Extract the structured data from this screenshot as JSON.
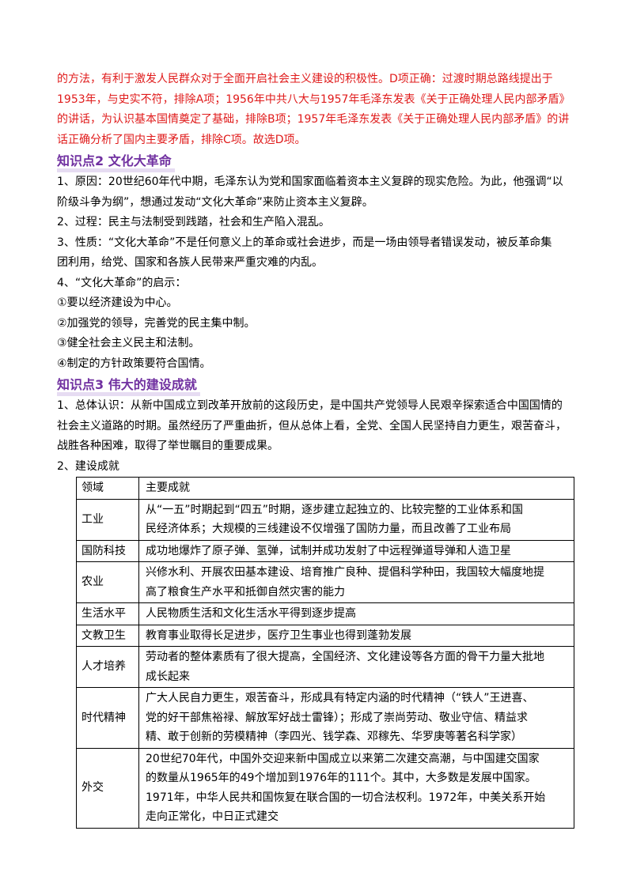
{
  "answer_lines": [
    "的方法，有利于激发人民群众对于全面开启社会主义建设的积极性。D项正确：过渡时期总路线提出于",
    "1953年，与史实不符，排除A项；1956年中共八大与1957年毛泽东发表《关于正确处理人民内部矛盾》",
    "的讲话，为认识基本国情奠定了基础，排除B项；1957年毛泽东发表《关于正确处理人民内部矛盾》的讲",
    "话正确分析了国内主要矛盾，排除C项。故选D项。"
  ],
  "section2": {
    "heading": "知识点2  文化大革命",
    "lines": [
      "1、原因：20世纪60年代中期，毛泽东认为党和国家面临着资本主义复辟的现实危险。为此，他强调“以",
      "阶级斗争为纲”，想通过发动“文化大革命”来防止资本主义复辟。",
      "2、过程：民主与法制受到践踏，社会和生产陷入混乱。",
      "3、性质：“文化大革命”不是任何意义上的革命或社会进步，而是一场由领导者错误发动，被反革命集",
      "团利用，给党、国家和各族人民带来严重灾难的内乱。",
      "4、“文化大革命”的启示：",
      "①要以经济建设为中心。",
      "②加强党的领导，完善党的民主集中制。",
      "③健全社会主义民主和法制。",
      "④制定的方针政策要符合国情。"
    ]
  },
  "section3": {
    "heading": "知识点3  伟大的建设成就",
    "lines": [
      "1、总体认识：从新中国成立到改革开放前的这段历史，是中国共产党领导人民艰辛探索适合中国国情的",
      "社会主义道路的时期。虽然经历了严重曲折，但从总体上看，全党、全国人民坚持自力更生，艰苦奋斗，",
      "战胜各种困难，取得了举世瞩目的重要成果。",
      "2、建设成就"
    ],
    "table": {
      "header": [
        "领域",
        "主要成就"
      ],
      "rows": [
        {
          "field": "工业",
          "lines": [
            "从“一五”时期起到“四五”时期，逐步建立起独立的、比较完整的工业体系和国",
            "民经济体系；大规模的三线建设不仅增强了国防力量，而且改善了工业布局"
          ]
        },
        {
          "field": "国防科技",
          "lines": [
            "成功地爆炸了原子弹、氢弹，试制并成功发射了中远程弹道导弹和人造卫星"
          ]
        },
        {
          "field": "农业",
          "lines": [
            "兴修水利、开展农田基本建设、培育推广良种、提倡科学种田，我国较大幅度地提",
            "高了粮食生产水平和抵御自然灾害的能力"
          ]
        },
        {
          "field": "生活水平",
          "lines": [
            "人民物质生活和文化生活水平得到逐步提高"
          ]
        },
        {
          "field": "文教卫生",
          "lines": [
            "教育事业取得长足进步，医疗卫生事业也得到蓬勃发展"
          ]
        },
        {
          "field": "人才培养",
          "lines": [
            "劳动者的整体素质有了很大提高，全国经济、文化建设等各方面的骨干力量大批地",
            "成长起来"
          ]
        },
        {
          "field": "时代精神",
          "lines": [
            "广大人民自力更生，艰苦奋斗，形成具有特定内涵的时代精神（“铁人”王进喜、",
            "党的好干部焦裕禄、解放军好战士雷锋）；形成了崇尚劳动、敬业守信、精益求",
            "精、敢于创新的劳模精神（李四光、钱学森、邓稼先、华罗庚等著名科学家）"
          ]
        },
        {
          "field": "外交",
          "lines": [
            "20世纪70年代，中国外交迎来新中国成立以来第二次建交高潮，与中国建交国家",
            "的数量从1965年的49个增加到1976年的111个。其中，大多数是发展中国家。",
            "1971年，中华人民共和国恢复在联合国的一切合法权利。1972年，中美关系开始",
            "走向正常化，中日正式建交"
          ]
        }
      ]
    }
  }
}
